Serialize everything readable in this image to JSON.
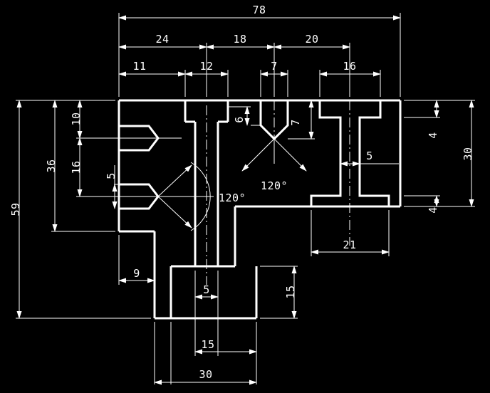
{
  "drawing": {
    "title": "Orthographic section view of a machined block",
    "background_color": "#000000",
    "line_color": "#ffffff",
    "units": "mm"
  },
  "dimensions": {
    "overall_width": "78",
    "overall_height": "59",
    "body_height": "36",
    "right_height": "30",
    "chain_top_a": "24",
    "chain_top_b": "18",
    "chain_top_c": "20",
    "chain_low_a": "11",
    "chain_low_b": "12",
    "chain_low_c": "7",
    "chain_low_d": "16",
    "hole1_from_top": "10",
    "hole1_to_hole2": "16",
    "hole_dia": "5",
    "vgroove_left": "6",
    "vgroove_depth": "7",
    "tslot_width": "5",
    "flange_width": "21",
    "right_step_top": "4",
    "right_step_bottom": "4",
    "left_step": "9",
    "boss_height": "15",
    "boss_slot_width": "5",
    "boss_inner_width": "15",
    "boss_width": "30",
    "angle_left": "120°",
    "angle_center": "120°"
  }
}
